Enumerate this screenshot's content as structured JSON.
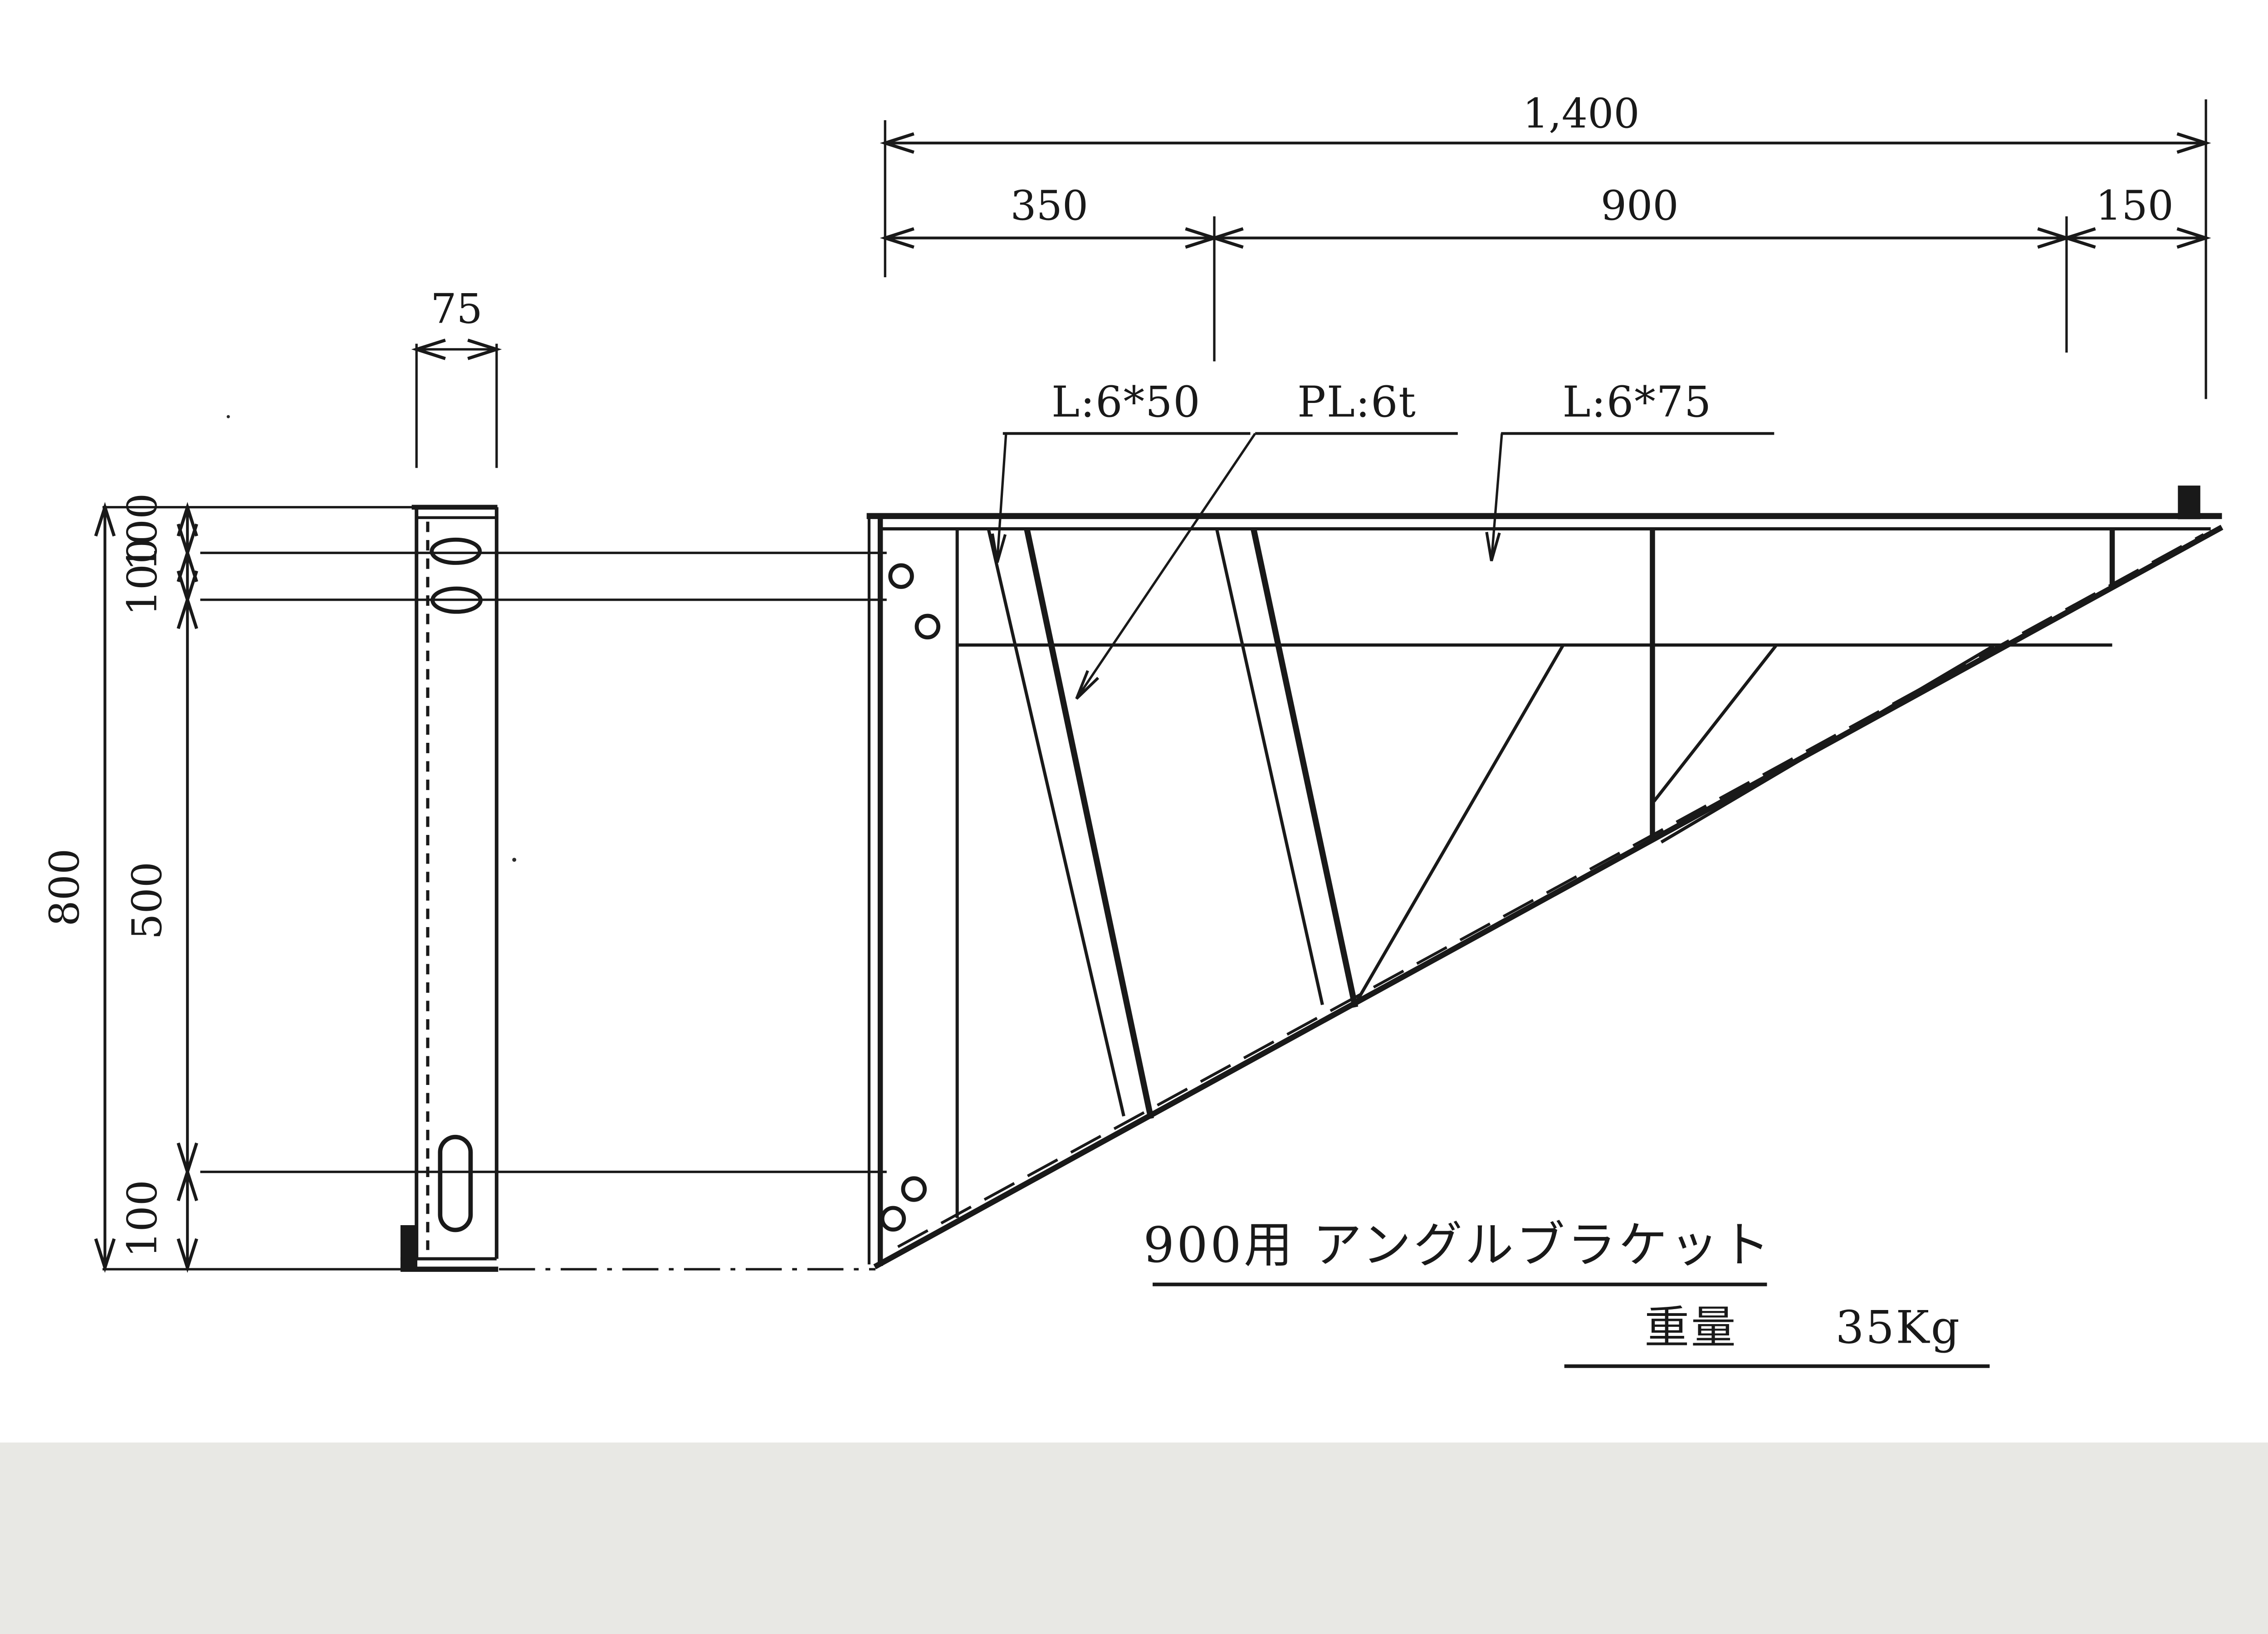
{
  "meta": {
    "kind": "fabrication-drawing",
    "units": "mm"
  },
  "colors": {
    "ink": "#191919",
    "paper": "#ffffff"
  },
  "top_dims": {
    "total": "1,400",
    "seg1": "350",
    "seg2": "900",
    "seg3": "150"
  },
  "side_dims": {
    "width": "75",
    "height": "800",
    "chain1": "100",
    "chain2": "100",
    "chain3": "500",
    "chain4": "100"
  },
  "part_labels": {
    "angle_small": "L:6*50",
    "plate": "PL:6t",
    "angle_large": "L:6*75"
  },
  "footer": {
    "title": "900用 アングルブラケット",
    "weight_label": "重量",
    "weight_value": "35Kg"
  }
}
